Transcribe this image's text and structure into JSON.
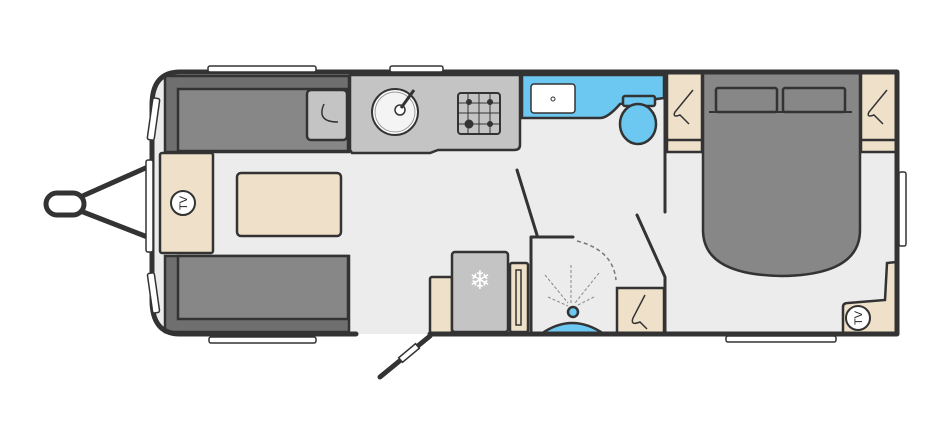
{
  "diagram": {
    "type": "caravan floor plan",
    "front_tv_label": "TV",
    "bedroom_tv_label": "TV"
  },
  "colors": {
    "floor": "#ececec",
    "upholstery": "#878787",
    "furniture": "#efe0c9",
    "worktop": "#c4c4c4",
    "bathroom": "#6cc8f0",
    "wall": "#333333"
  }
}
